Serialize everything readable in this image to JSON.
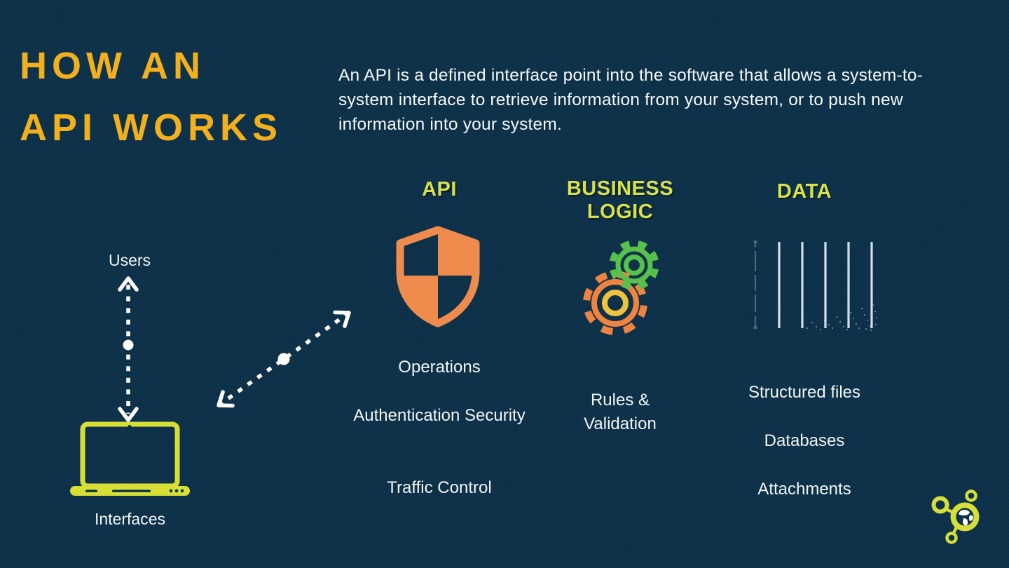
{
  "title": {
    "line1": "HOW AN",
    "line2": "API WORKS"
  },
  "description": "An API is a defined interface point into the software that allows a system-to-system interface to retrieve information from your system, or to push new information into your system.",
  "left_flow": {
    "users_label": "Users",
    "interfaces_label": "Interfaces",
    "users_arrow_icon": "dashed-double-arrow-icon",
    "transfer_arrow_icon": "dashed-double-arrow-icon",
    "device_icon": "laptop-icon"
  },
  "columns": [
    {
      "header": "API",
      "icon": "shield-icon",
      "items": [
        "Operations",
        "Authentication Security",
        "Traffic Control"
      ]
    },
    {
      "header": "BUSINESS LOGIC",
      "icon": "gears-icon",
      "items": [
        "Rules & Validation"
      ]
    },
    {
      "header": "DATA",
      "icon": "data-lines-icon",
      "items": [
        "Structured files",
        "Databases",
        "Attachments"
      ]
    }
  ],
  "logo": {
    "icon": "globe-network-logo-icon"
  },
  "colors": {
    "background": "#0d3149",
    "title_gold": "#f2b01e",
    "heading_chartreuse": "#d8e04b",
    "body_text": "#f2f5f5",
    "shield_orange": "#f08b4e",
    "gear_green": "#57c14b",
    "gear_orange": "#ef8440",
    "gear_hub_yellow": "#eec33d",
    "laptop_chartreuse": "#d7df35",
    "data_line_light": "#d3dfe8",
    "arrow_white": "#ffffff"
  }
}
